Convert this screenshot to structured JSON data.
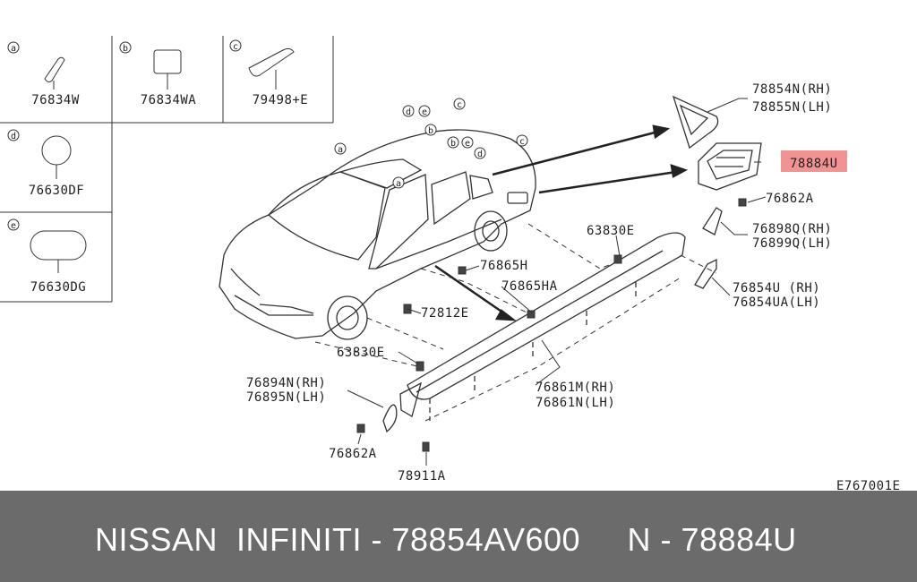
{
  "footer": {
    "text": "NISSAN  INFINITI - 78854AV600     N - 78884U"
  },
  "diagram_code": "E767001E",
  "callouts": {
    "a": "a",
    "b": "b",
    "c": "c",
    "d": "d",
    "e": "e"
  },
  "legend": {
    "a": "76834W",
    "b": "76834WA",
    "c": "79498+E",
    "d": "76630DF",
    "e": "76630DG"
  },
  "parts": {
    "p78854N": "78854N(RH)",
    "p78855N": "78855N(LH)",
    "p78884U": "78884U",
    "p76862A_r": "76862A",
    "p76898Q": "76898Q(RH)",
    "p76899Q": "76899Q(LH)",
    "p63830E_r": "63830E",
    "p76854U": "76854U (RH)",
    "p76854UA": "76854UA(LH)",
    "p76865H": "76865H",
    "p76865HA": "76865HA",
    "p72812E": "72812E",
    "p63830E_l": "63830E",
    "p76894N": "76894N(RH)",
    "p76895N": "76895N(LH)",
    "p76861M": "76861M(RH)",
    "p76861N": "76861N(LH)",
    "p76862A_l": "76862A",
    "p78911A": "78911A"
  },
  "highlight_color": "#f08080"
}
